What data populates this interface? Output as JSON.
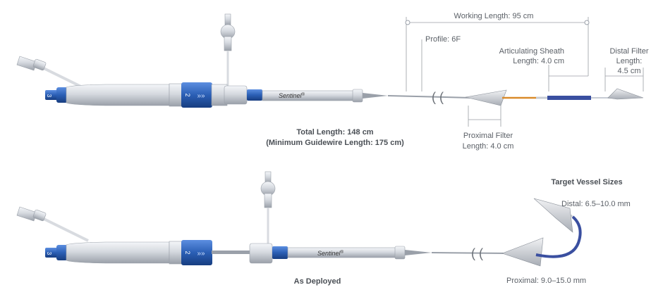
{
  "top_device": {
    "working_length": "Working Length: 95 cm",
    "profile": "Profile: 6F",
    "articulating_sheath": [
      "Articulating Sheath",
      "Length: 4.0 cm"
    ],
    "distal_filter": [
      "Distal Filter",
      "Length:",
      "4.5 cm"
    ],
    "proximal_filter": [
      "Proximal Filter",
      "Length: 4.0 cm"
    ],
    "total_length": [
      "Total Length: 148 cm",
      "(Minimum Guidewire Length: 175 cm)"
    ],
    "brand": "Sentinel",
    "trademark": "®"
  },
  "bottom_device": {
    "caption": "As Deployed",
    "target_vessel_title": "Target Vessel Sizes",
    "distal_size": "Distal: 6.5–10.0 mm",
    "proximal_size": "Proximal: 9.0–15.0 mm",
    "brand": "Sentinel",
    "trademark": "®"
  },
  "handle_markings": [
    "3",
    "2"
  ],
  "colors": {
    "handle_blue": "#2b5fb5",
    "sheath_orange": "#d98a2a",
    "sheath_blue": "#3a4fa0",
    "steel": "#c7ccd4",
    "dimension_line": "#9a9ea4",
    "text": "#5a5f66"
  }
}
